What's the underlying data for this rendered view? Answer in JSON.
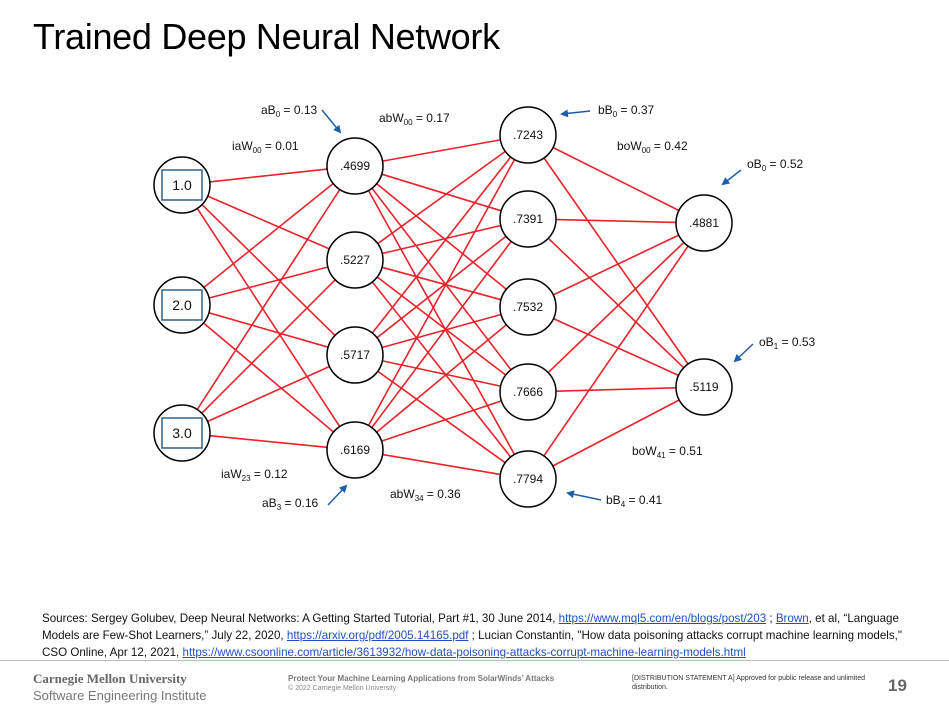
{
  "title": "Trained Deep Neural Network",
  "colors": {
    "connection": "#e8232a",
    "node_stroke": "#000000",
    "input_box": "#2e6090",
    "arrow": "#1f5fa8",
    "link": "#1f4fbf"
  },
  "network": {
    "inputs": [
      "1.0",
      "2.0",
      "3.0"
    ],
    "hidden_a": [
      ".4699",
      ".5227",
      ".5717",
      ".6169"
    ],
    "hidden_b": [
      ".7243",
      ".7391",
      ".7532",
      ".7666",
      ".7794"
    ],
    "outputs": [
      ".4881",
      ".5119"
    ]
  },
  "params": {
    "aB0": {
      "base": "aB",
      "sub": "0",
      "rest": " = 0.13"
    },
    "iaW00": {
      "base": "iaW",
      "sub": "00",
      "rest": " = 0.01"
    },
    "abW00": {
      "base": "abW",
      "sub": "00",
      "rest": " = 0.17"
    },
    "bB0": {
      "base": "bB",
      "sub": "0",
      "rest": " = 0.37"
    },
    "boW00": {
      "base": "boW",
      "sub": "00",
      "rest": " = 0.42"
    },
    "oB0": {
      "base": "oB",
      "sub": "0",
      "rest": " = 0.52"
    },
    "oB1": {
      "base": "oB",
      "sub": "1",
      "rest": " = 0.53"
    },
    "boW41": {
      "base": "boW",
      "sub": "41",
      "rest": " = 0.51"
    },
    "iaW23": {
      "base": "iaW",
      "sub": "23",
      "rest": " = 0.12"
    },
    "aB3": {
      "base": "aB",
      "sub": "3",
      "rest": " = 0.16"
    },
    "abW34": {
      "base": "abW",
      "sub": "34",
      "rest": " = 0.36"
    },
    "bB4": {
      "base": "bB",
      "sub": "4",
      "rest": " = 0.41"
    }
  },
  "sources": {
    "prefix": "Sources: Sergey Golubev, Deep Neural Networks: A Getting Started Tutorial, Part #1, 30 June 2014, ",
    "link1": "https://www.mql5.com/en/blogs/post/203",
    "mid1": " ; ",
    "link2": "Brown",
    "mid2": ", et al, “Language Models are Few-Shot Learners,” July 22, 2020, ",
    "link3": "https://arxiv.org/pdf/2005.14165.pdf",
    "mid3": " ; Lucian Constantin, \"How data poisoning attacks corrupt machine learning models,\" CSO Online, Apr 12, 2021, ",
    "link4": "https://www.csoonline.com/article/3613932/how-data-poisoning-attacks-corrupt-machine-learning-models.html"
  },
  "footer": {
    "university": "Carnegie Mellon University",
    "institute": "Software Engineering Institute",
    "talk_title": "Protect Your Machine Learning Applications from SolarWinds’ Attacks",
    "copyright": "© 2022 Carnegie Mellon University",
    "distribution": "[DISTRIBUTION STATEMENT A] Approved for public release and unlimited distribution.",
    "page_number": "19"
  }
}
